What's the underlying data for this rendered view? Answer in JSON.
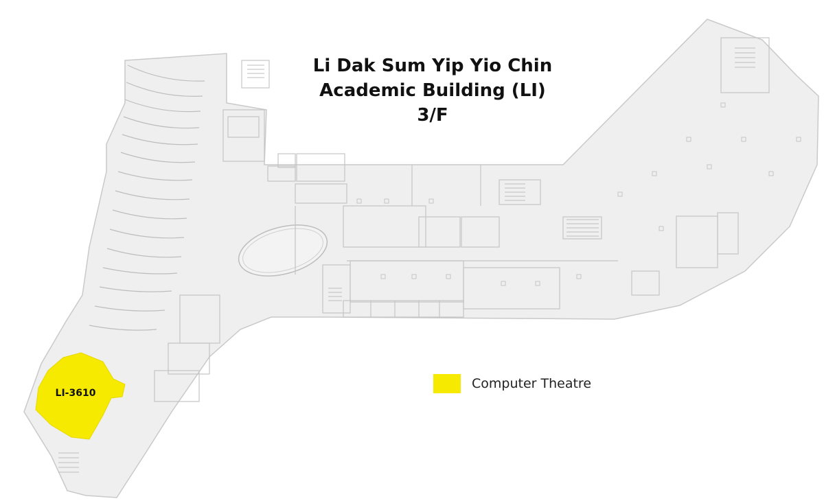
{
  "map": {
    "title_lines": [
      "Li Dak Sum Yip Yio Chin",
      "Academic Building (LI)",
      "3/F"
    ],
    "colors": {
      "floor_fill": "#efefef",
      "wall_stroke": "#c9c9c9",
      "detail_stroke": "#bdbdbd",
      "highlight": "#f6ea00"
    },
    "rooms": [
      {
        "id": "LI-3610",
        "label": "LI-3610",
        "category": "Computer Theatre"
      }
    ],
    "legend": [
      {
        "label": "Computer Theatre",
        "color": "#f6ea00"
      }
    ]
  }
}
